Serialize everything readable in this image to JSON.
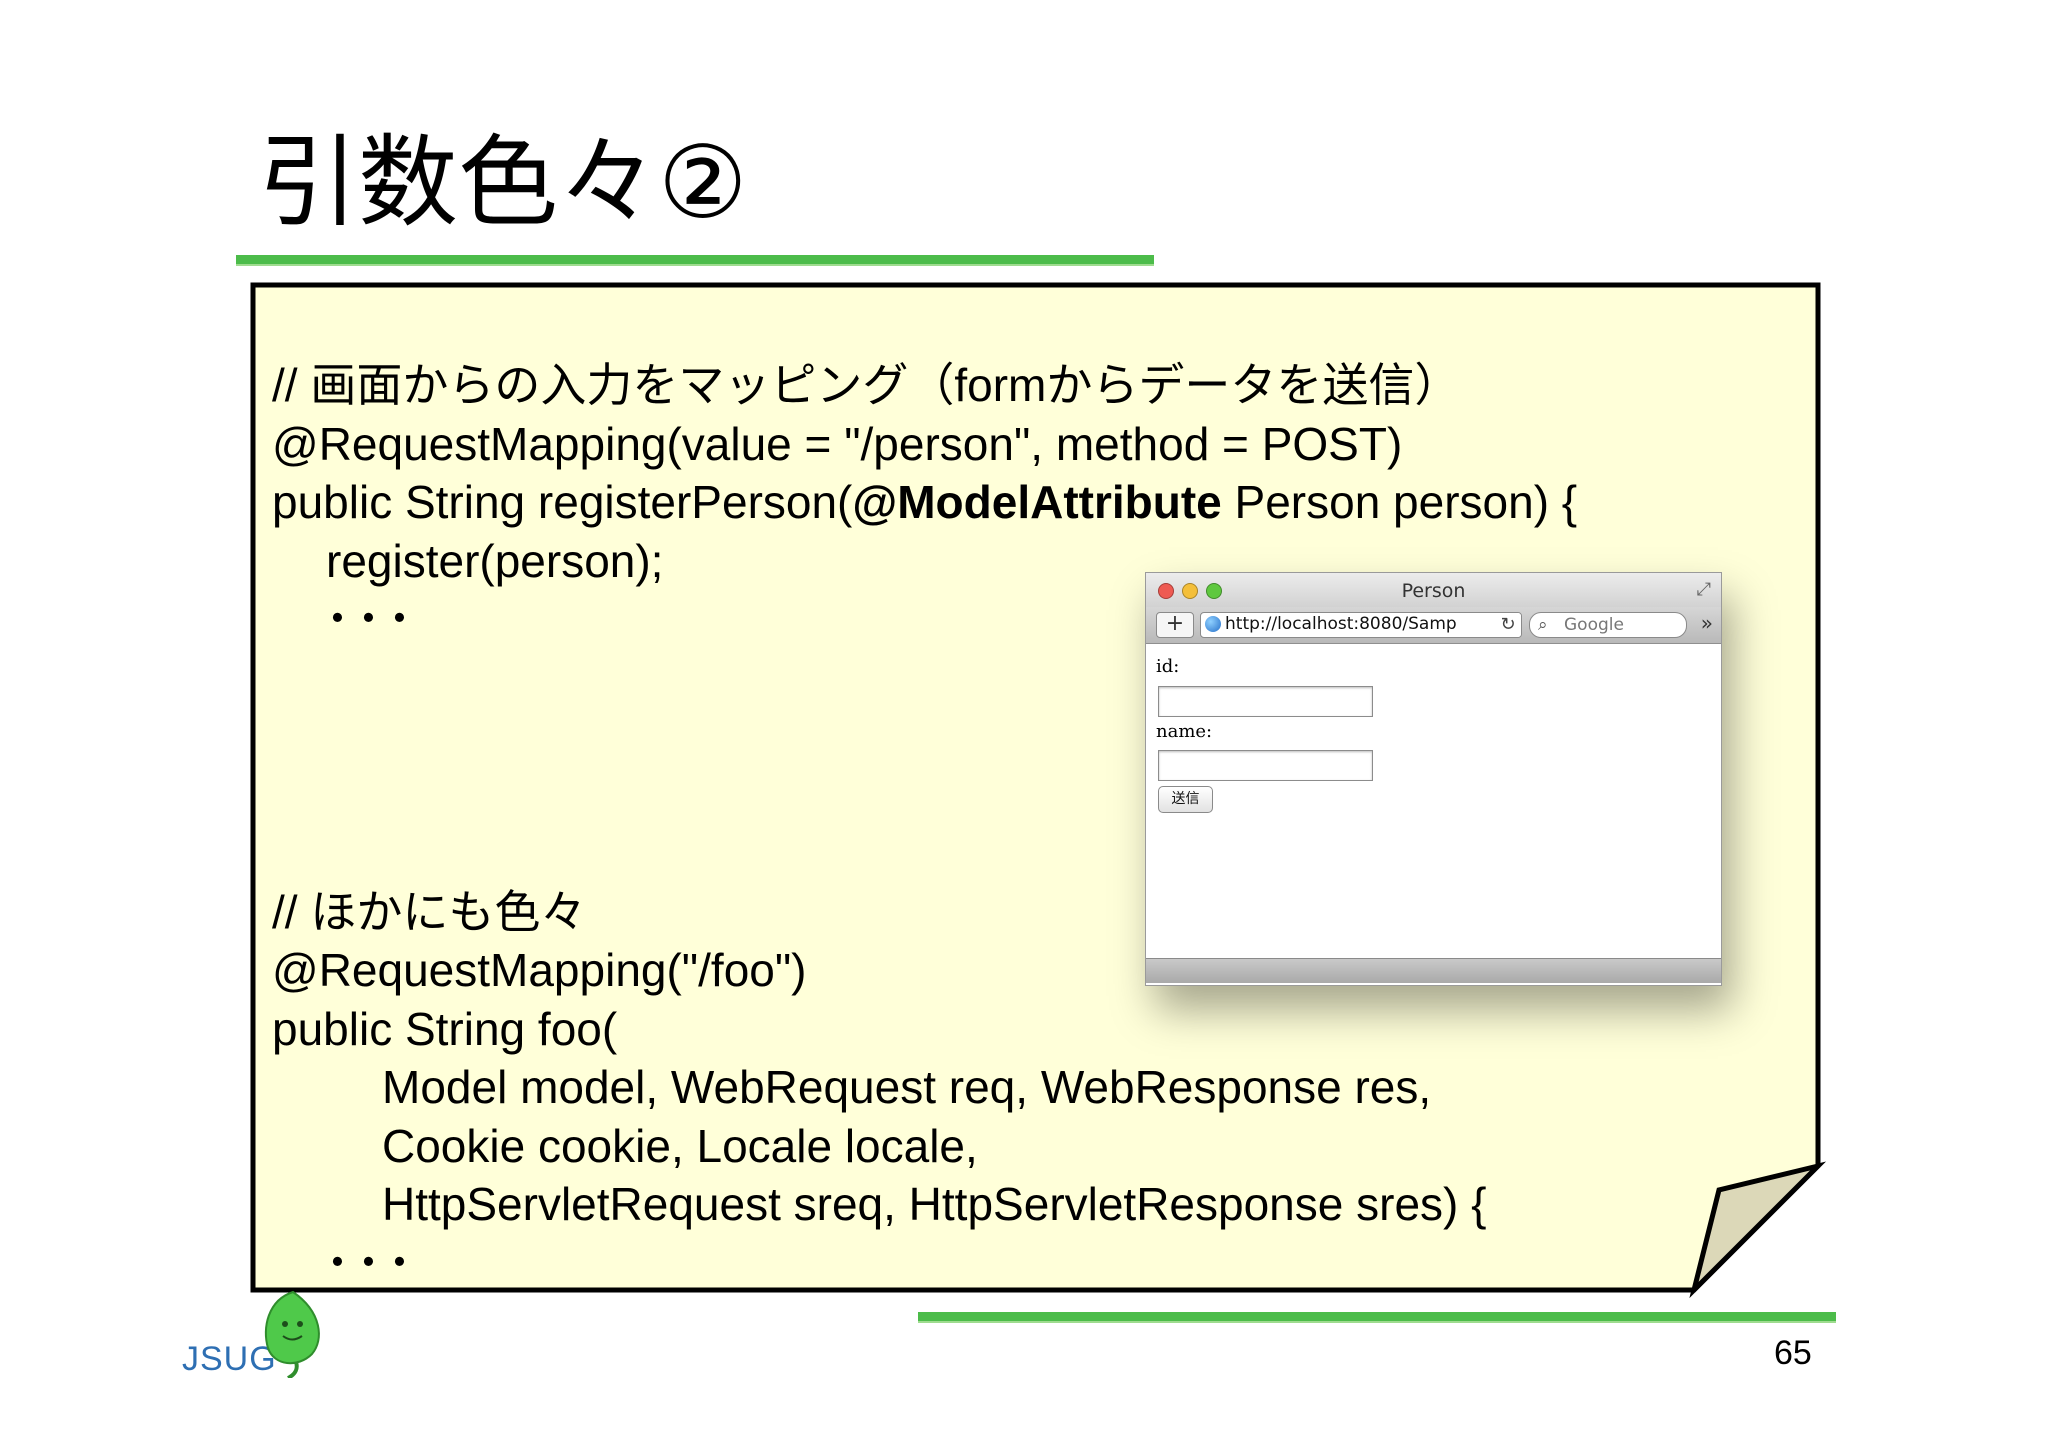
{
  "slide": {
    "title": "引数色々②",
    "page_number": "65",
    "logo_text": "JSUG"
  },
  "code": {
    "line1": "// 画面からの入力をマッピング（formからデータを送信）",
    "line2": "@RequestMapping(value = \"/person\", method = POST)",
    "line3_pre": "public String registerPerson(",
    "line3_bold": "@ModelAttribute",
    "line3_post": " Person person) {",
    "line4": "register(person);",
    "line5": "･･･",
    "line6": "// ほかにも色々",
    "line7": "@RequestMapping(\"/foo\")",
    "line8": "public String foo(",
    "line9": "Model model, WebRequest req, WebResponse res,",
    "line10": "Cookie cookie, Locale locale,",
    "line11": "HttpServletRequest sreq, HttpServletResponse sres) {",
    "line12": "･･･"
  },
  "browser": {
    "window_title": "Person",
    "url": "http://localhost:8080/Samp",
    "search_placeholder": "Google",
    "id_label": "id:",
    "name_label": "name:",
    "submit_label": "送信"
  },
  "colors": {
    "accent_green": "#4cbc4a",
    "note_fill": "#ffffd9",
    "fold_fill": "#dcd8b8",
    "logo_blue": "#2e6fb3"
  }
}
